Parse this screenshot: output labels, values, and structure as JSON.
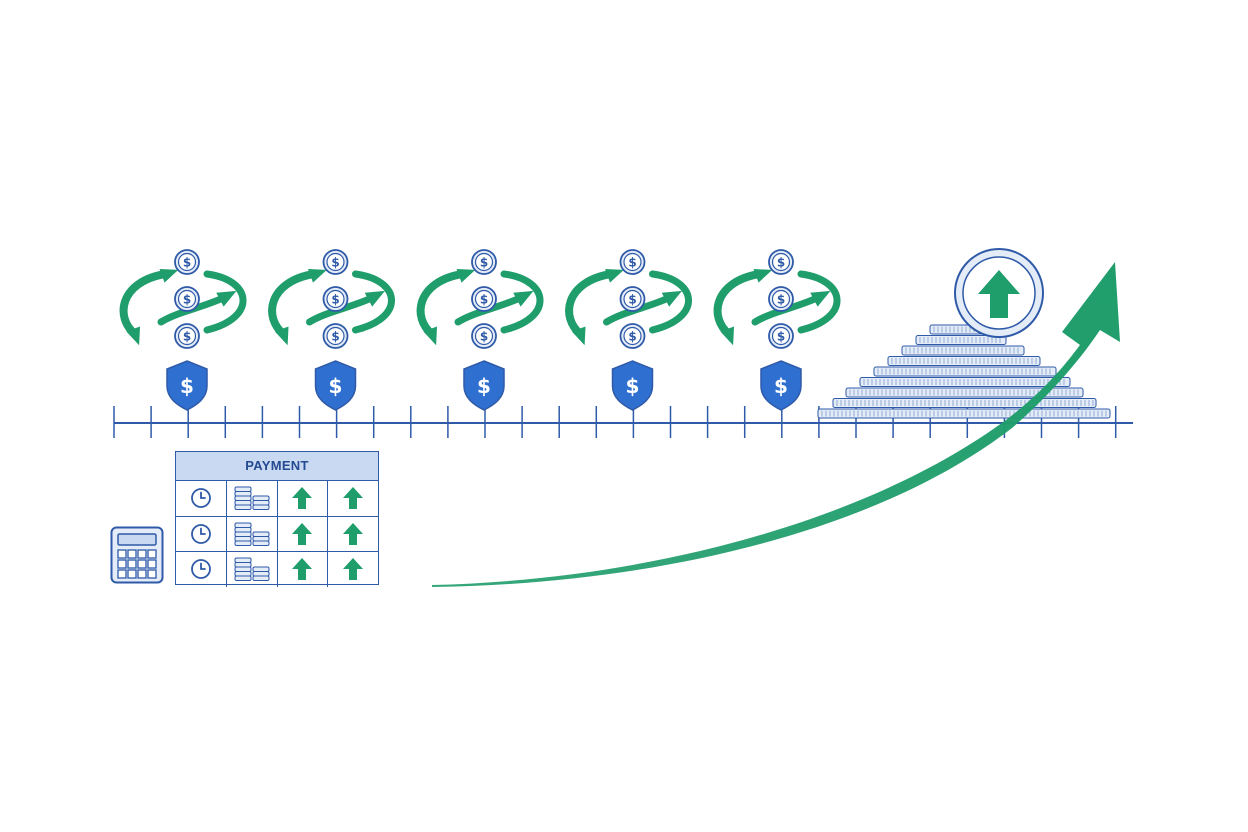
{
  "colors": {
    "blue": "#2f5aa8",
    "blue_fill": "#2f6fd0",
    "light_blue": "#c9d9f2",
    "pale_blue": "#e4ecf8",
    "green": "#1f9d6b"
  },
  "payment_table": {
    "header": "PAYMENT",
    "rows": [
      [
        "clock-icon",
        "coins-stack-icon",
        "up-arrow-icon",
        "up-arrow-icon"
      ],
      [
        "clock-icon",
        "coins-stack-icon",
        "up-arrow-icon",
        "up-arrow-icon"
      ],
      [
        "clock-icon",
        "coins-stack-icon",
        "up-arrow-icon",
        "up-arrow-icon"
      ]
    ]
  },
  "cycles": {
    "count": 5,
    "coin_symbol": "$",
    "shield_symbol": "$"
  },
  "icons": {
    "cycle_arrows": "recycle-arrows-icon",
    "shield": "shield-dollar-icon",
    "growth_coin": "up-arrow-coin-icon",
    "coin_pyramid": "coin-pyramid-icon",
    "calculator": "calculator-icon",
    "growth_arrow": "growth-curve-arrow"
  }
}
